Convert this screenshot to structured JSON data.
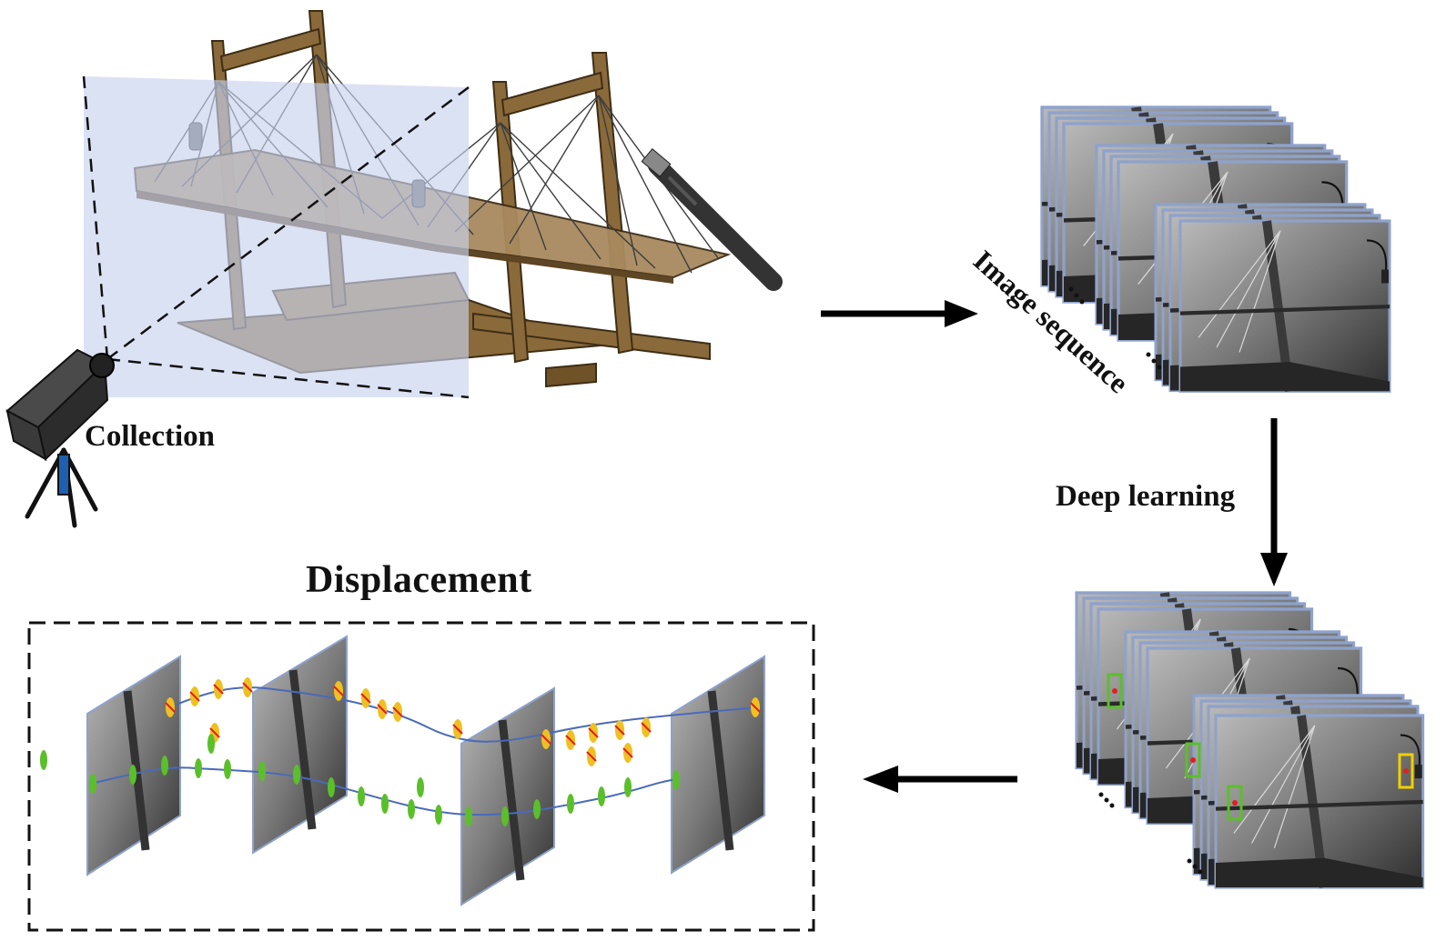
{
  "labels": {
    "collection": "Collection",
    "image_sequence": "Image sequence",
    "deep_learning": "Deep learning",
    "displacement": "Displacement"
  },
  "colors": {
    "bridge_wood": "#8a6a3a",
    "bridge_wood_dark": "#5e4523",
    "capture_plane": "#c7d3ee",
    "frame_border": "#8ea2cc",
    "frame_gray": "#6e6e6e",
    "track_line": "#4a6ab8",
    "marker_red_yellow": "#f0b000",
    "marker_green": "#5bbf2a",
    "arrow": "#000000"
  },
  "icons": [
    "camera-icon",
    "tripod-icon",
    "bridge-model",
    "hammer-icon"
  ]
}
